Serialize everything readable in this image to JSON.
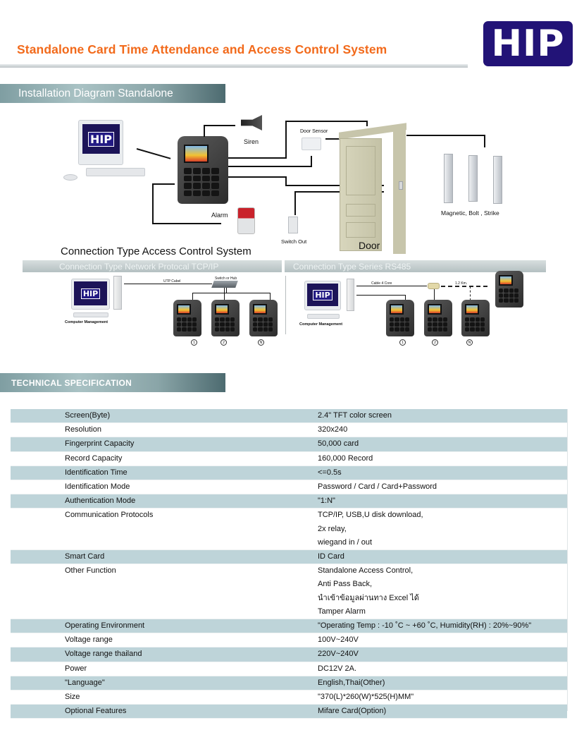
{
  "header": {
    "title": "Standalone Card Time Attendance and Access Control System",
    "logo_text": "HIP"
  },
  "colors": {
    "title_orange": "#f26a1b",
    "logo_navy": "#221377",
    "banner_teal": "#8aa5a8",
    "row_shade": "#bed4d9"
  },
  "installation": {
    "banner": "Installation Diagram Standalone",
    "labels": {
      "siren": "Siren",
      "door_sensor": "Door Sensor",
      "alarm": "Alarm",
      "switch_out": "Switch Out",
      "door": "Door",
      "locks": "Magnetic, Bolt , Strike"
    },
    "pc_logo": "HIP"
  },
  "connection": {
    "title": "Connection Type Access Control System",
    "tcpip": {
      "banner": "Connection Type Network Protocal TCP/IP",
      "cable_label": "UTP Cabel",
      "switch_label": "Switch or Hub",
      "computer_label": "Computer Management",
      "pc_logo": "HIP",
      "device_numbers": [
        "1",
        "2",
        "N"
      ]
    },
    "rs485": {
      "banner": "Connection Type Series  RS485",
      "cable_label": "Cable 4 Core",
      "distance_label": "1.2 Km.",
      "computer_label": "Computer Management",
      "pc_logo": "HIP",
      "device_numbers": [
        "1",
        "2",
        "N"
      ]
    }
  },
  "spec": {
    "banner": "TECHNICAL SPECIFICATION",
    "rows": [
      {
        "key": "Screen(Byte)",
        "values": [
          "2.4\" TFT color screen"
        ]
      },
      {
        "key": "Resolution",
        "values": [
          "320x240"
        ]
      },
      {
        "key": "Fingerprint Capacity",
        "values": [
          "50,000 card"
        ]
      },
      {
        "key": "Record Capacity",
        "values": [
          "160,000 Record"
        ]
      },
      {
        "key": "Identification Time",
        "values": [
          "<=0.5s"
        ]
      },
      {
        "key": "Identification Mode",
        "values": [
          "Password / Card / Card+Password"
        ]
      },
      {
        "key": "Authentication Mode",
        "values": [
          "\"1:N\""
        ]
      },
      {
        "key": "Communication Protocols",
        "values": [
          "TCP/IP, USB,U disk download,",
          "2x relay,",
          "wiegand in / out"
        ]
      },
      {
        "key": "Smart Card",
        "values": [
          "ID  Card"
        ]
      },
      {
        "key": "Other Function",
        "values": [
          "Standalone Access Control,",
          "Anti Pass Back,",
          "นำเข้าข้อมูลผ่านทาง Excel ได้",
          "Tamper Alarm"
        ]
      },
      {
        "key": "Operating Environment",
        "values": [
          "\"Operating Temp : -10 ˚C ~ +60 ˚C,  Humidity(RH) : 20%~90%\""
        ]
      },
      {
        "key": "Voltage range",
        "values": [
          "100V~240V"
        ]
      },
      {
        "key": "Voltage range thailand",
        "values": [
          "220V~240V"
        ]
      },
      {
        "key": "Power",
        "values": [
          "DC12V 2A."
        ]
      },
      {
        "key": "\"Language\"",
        "values": [
          "English,Thai(Other)"
        ]
      },
      {
        "key": "Size",
        "values": [
          "\"370(L)*260(W)*525(H)MM\""
        ]
      },
      {
        "key": "Optional Features",
        "values": [
          "Mifare Card(Option)"
        ]
      }
    ]
  }
}
